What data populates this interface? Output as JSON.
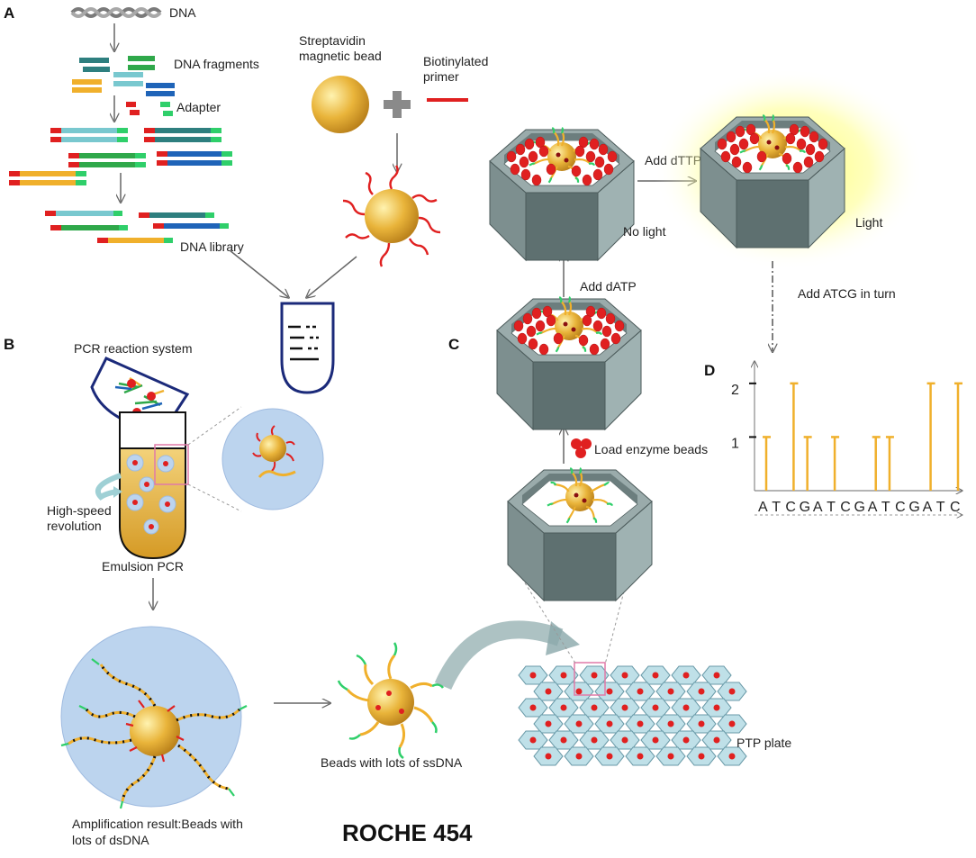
{
  "panels": {
    "a": "A",
    "b": "B",
    "c": "C",
    "d": "D"
  },
  "labels": {
    "dna": "DNA",
    "fragments": "DNA fragments",
    "adapter": "Adapter",
    "library": "DNA library",
    "bead_line1": "Streptavidin",
    "bead_line2": "magnetic bead",
    "primer_line1": "Biotinylated",
    "primer_line2": "primer",
    "pcr_system": "PCR reaction system",
    "revolution_line1": "High-speed",
    "revolution_line2": "revolution",
    "emulsion": "Emulsion PCR",
    "result_line1": "Amplification result:Beads with",
    "result_line2": "lots of dsDNA",
    "beads_ssdna": "Beads with lots of ssDNA",
    "ptp": "PTP plate",
    "enzyme": "Load enzyme beads",
    "add_datp": "Add dATP",
    "add_dttp": "Add dTTP",
    "no_light": "No light",
    "light": "Light",
    "add_atcg": "Add ATCG in turn",
    "footer": "ROCHE 454"
  },
  "chart_data": {
    "type": "bar",
    "categories": [
      "A",
      "T",
      "C",
      "G",
      "A",
      "T",
      "C",
      "G",
      "A",
      "T",
      "C",
      "G",
      "A",
      "T",
      "C"
    ],
    "values": [
      1,
      0,
      2,
      1,
      0,
      1,
      0,
      0,
      1,
      1,
      0,
      0,
      2,
      0,
      2
    ],
    "yticks": [
      "1",
      "2"
    ],
    "ylim": [
      0,
      2.4
    ],
    "colors": {
      "bar": "#f0b02c",
      "axis": "#888888"
    }
  },
  "colors": {
    "bead": "#e9b43a",
    "strand_red": "#e02020",
    "strand_green": "#2fcf6a",
    "drop": "#bcd4ee",
    "well_dark": "#5e7070",
    "well_light": "#9fb2b2",
    "glow": "#ffff66"
  }
}
